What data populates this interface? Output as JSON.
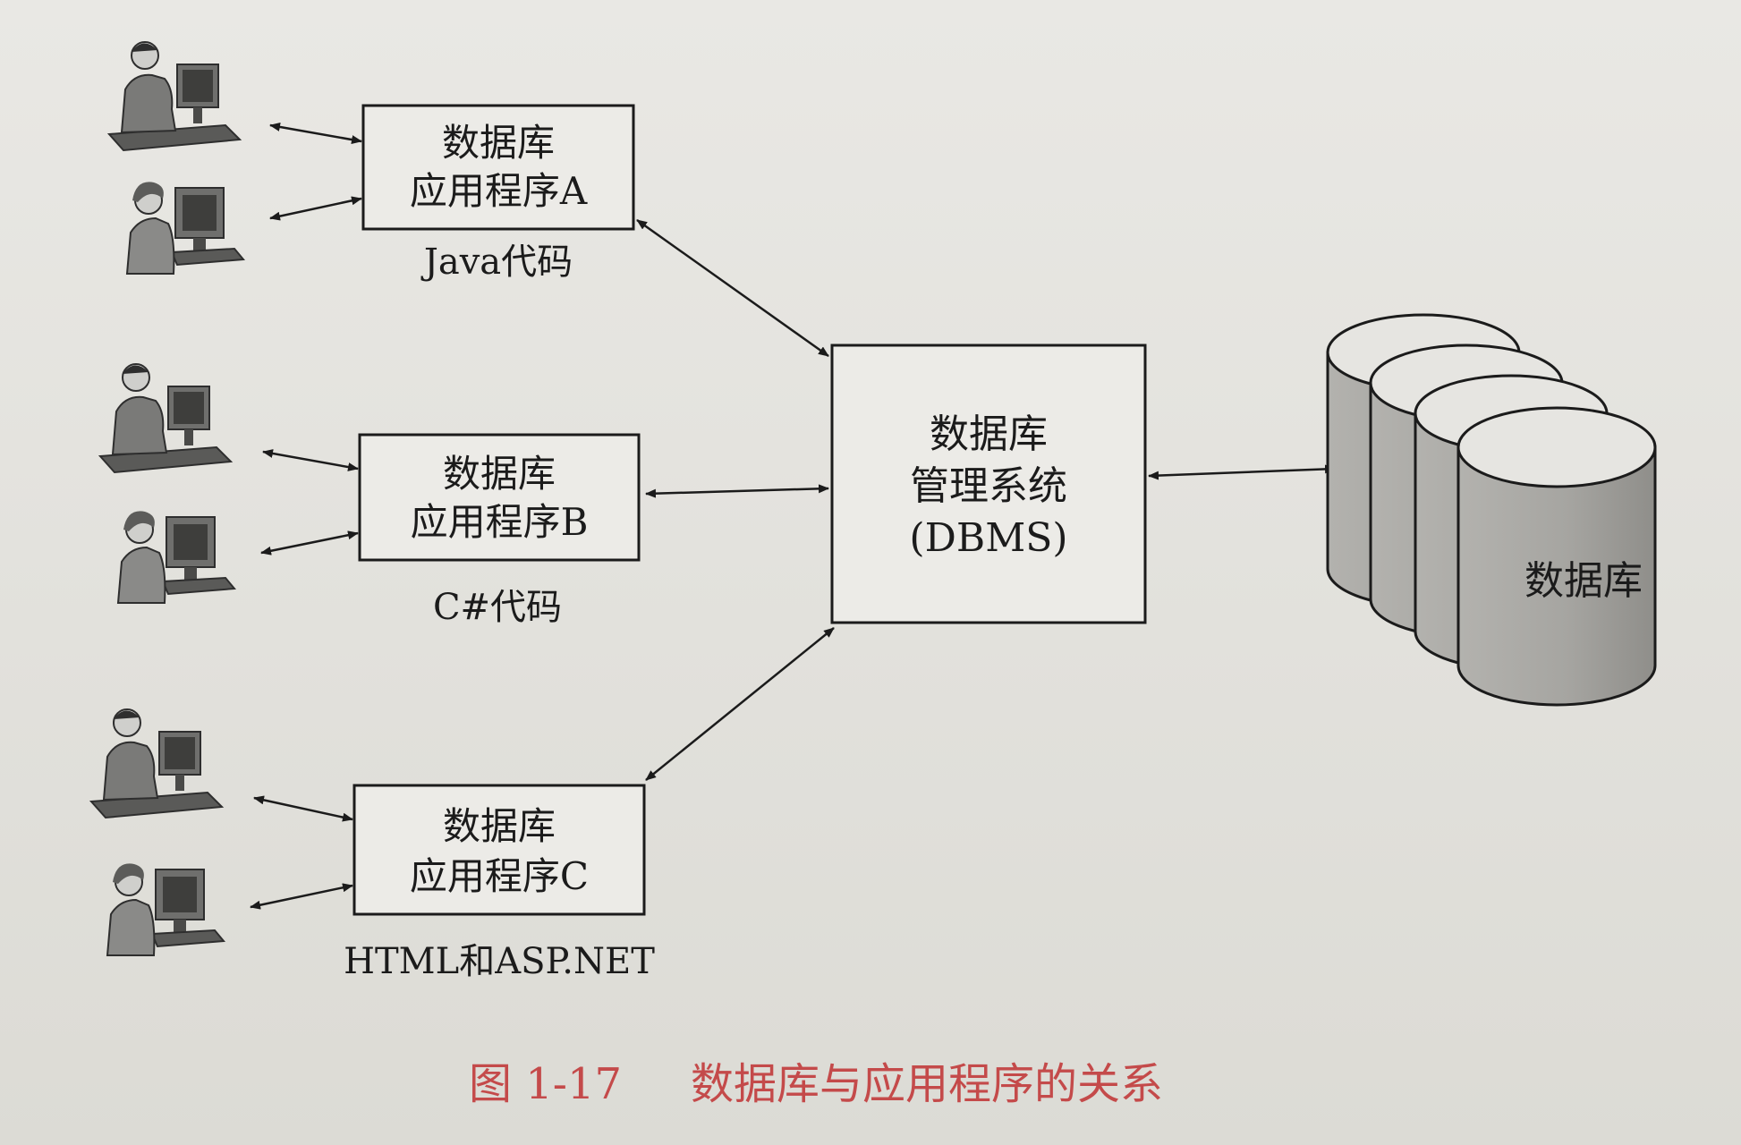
{
  "apps": [
    {
      "line1": "数据库",
      "line2": "应用程序A",
      "code_label": "Java代码"
    },
    {
      "line1": "数据库",
      "line2": "应用程序B",
      "code_label": "C#代码"
    },
    {
      "line1": "数据库",
      "line2": "应用程序C",
      "code_label": "HTML和ASP.NET"
    }
  ],
  "dbms": {
    "line1": "数据库",
    "line2": "管理系统",
    "line3": "(DBMS)"
  },
  "database": {
    "label": "数据库"
  },
  "caption": {
    "number": "图 1-17",
    "title": "数据库与应用程序的关系"
  },
  "colors": {
    "caption": "#c44a4a",
    "ink": "#1b1b1b",
    "box_fill": "#ecebe7",
    "cylinder_front": "#a9a8a4",
    "cylinder_top": "#e6e5e1"
  }
}
